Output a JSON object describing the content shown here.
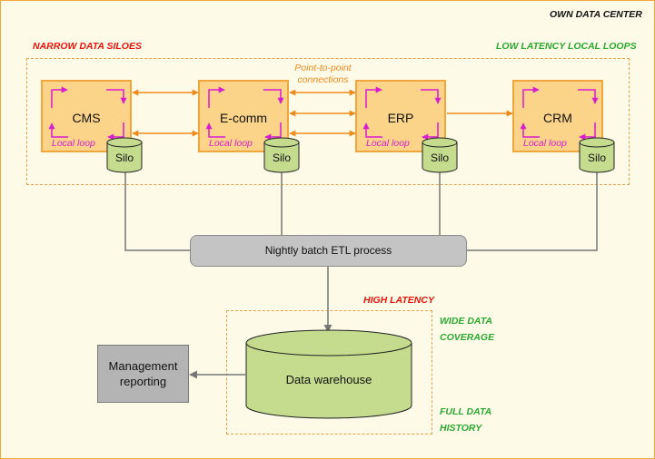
{
  "corner_title": "OWN DATA CENTER",
  "left_label": "NARROW DATA SILOES",
  "right_label": "LOW LATENCY LOCAL LOOPS",
  "p2p_line1": "Point-to-point",
  "p2p_line2": "connections",
  "systems": [
    {
      "name": "CMS",
      "loop": "Local loop",
      "silo": "Silo"
    },
    {
      "name": "E-comm",
      "loop": "Local loop",
      "silo": "Silo"
    },
    {
      "name": "ERP",
      "loop": "Local loop",
      "silo": "Silo"
    },
    {
      "name": "CRM",
      "loop": "Local loop",
      "silo": "Silo"
    }
  ],
  "etl": "Nightly batch ETL process",
  "high_latency": "HIGH LATENCY",
  "wide_line1": "WIDE DATA",
  "wide_line2": "COVERAGE",
  "full_line1": "FULL DATA",
  "full_line2": "HISTORY",
  "warehouse": "Data warehouse",
  "mgmt_line1": "Management",
  "mgmt_line2": "reporting",
  "colors": {
    "frame": "#f2a93b",
    "system_fill": "#fbd48a",
    "silo_fill": "#c5dc8e",
    "loop": "#d81cd0",
    "arrow": "#ee8a1c",
    "connector": "#777777",
    "red_label": "#e8140c",
    "green_label": "#2aa830"
  }
}
